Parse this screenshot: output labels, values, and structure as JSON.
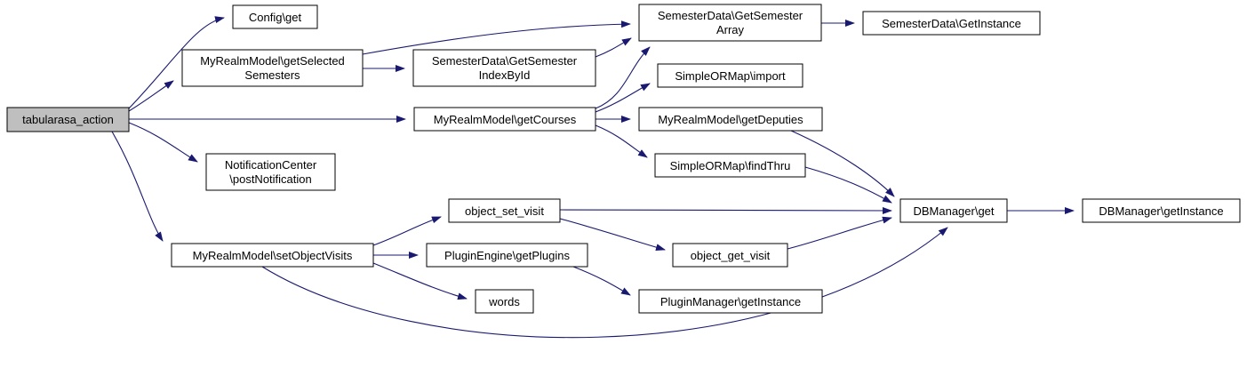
{
  "diagram": {
    "type": "call-graph",
    "background_color": "#ffffff",
    "edge_color": "#191970",
    "node_border_color": "#000000",
    "node_fill_color": "#ffffff",
    "highlight_fill_color": "#bfbfbf",
    "nodes": {
      "tabularasa_action": {
        "label": "tabularasa_action",
        "highlighted": true
      },
      "config_get": {
        "label": "Config\\get"
      },
      "getSelectedSemesters": {
        "lines": [
          "MyRealmModel\\getSelected",
          "Semesters"
        ]
      },
      "getSemesterIndexById": {
        "lines": [
          "SemesterData\\GetSemester",
          "IndexById"
        ]
      },
      "getSemesterArray": {
        "lines": [
          "SemesterData\\GetSemester",
          "Array"
        ]
      },
      "semesterGetInstance": {
        "label": "SemesterData\\GetInstance"
      },
      "simpleORMapImport": {
        "label": "SimpleORMap\\import"
      },
      "getCourses": {
        "label": "MyRealmModel\\getCourses"
      },
      "getDeputies": {
        "label": "MyRealmModel\\getDeputies"
      },
      "findThru": {
        "label": "SimpleORMap\\findThru"
      },
      "postNotification": {
        "lines": [
          "NotificationCenter",
          "\\postNotification"
        ]
      },
      "dbManagerGet": {
        "label": "DBManager\\get"
      },
      "dbManagerGetInstance": {
        "label": "DBManager\\getInstance"
      },
      "objectSetVisit": {
        "label": "object_set_visit"
      },
      "objectGetVisit": {
        "label": "object_get_visit"
      },
      "setObjectVisits": {
        "label": "MyRealmModel\\setObjectVisits"
      },
      "getPlugins": {
        "label": "PluginEngine\\getPlugins"
      },
      "words": {
        "label": "words"
      },
      "pluginManagerGetInstance": {
        "label": "PluginManager\\getInstance"
      }
    },
    "edges": [
      {
        "from": "tabularasa_action",
        "to": "config_get"
      },
      {
        "from": "tabularasa_action",
        "to": "getSelectedSemesters"
      },
      {
        "from": "tabularasa_action",
        "to": "getCourses"
      },
      {
        "from": "tabularasa_action",
        "to": "postNotification"
      },
      {
        "from": "tabularasa_action",
        "to": "setObjectVisits"
      },
      {
        "from": "getSelectedSemesters",
        "to": "getSemesterIndexById"
      },
      {
        "from": "getSelectedSemesters",
        "to": "getSemesterArray"
      },
      {
        "from": "getSemesterIndexById",
        "to": "getSemesterArray"
      },
      {
        "from": "getSemesterArray",
        "to": "semesterGetInstance"
      },
      {
        "from": "getCourses",
        "to": "getSemesterArray"
      },
      {
        "from": "getCourses",
        "to": "simpleORMapImport"
      },
      {
        "from": "getCourses",
        "to": "getDeputies"
      },
      {
        "from": "getCourses",
        "to": "findThru"
      },
      {
        "from": "getDeputies",
        "to": "dbManagerGet"
      },
      {
        "from": "findThru",
        "to": "dbManagerGet"
      },
      {
        "from": "objectSetVisit",
        "to": "dbManagerGet"
      },
      {
        "from": "objectSetVisit",
        "to": "objectGetVisit"
      },
      {
        "from": "objectGetVisit",
        "to": "dbManagerGet"
      },
      {
        "from": "setObjectVisits",
        "to": "objectSetVisit"
      },
      {
        "from": "setObjectVisits",
        "to": "getPlugins"
      },
      {
        "from": "setObjectVisits",
        "to": "words"
      },
      {
        "from": "setObjectVisits",
        "to": "dbManagerGet"
      },
      {
        "from": "getPlugins",
        "to": "pluginManagerGetInstance"
      },
      {
        "from": "dbManagerGet",
        "to": "dbManagerGetInstance"
      }
    ]
  }
}
